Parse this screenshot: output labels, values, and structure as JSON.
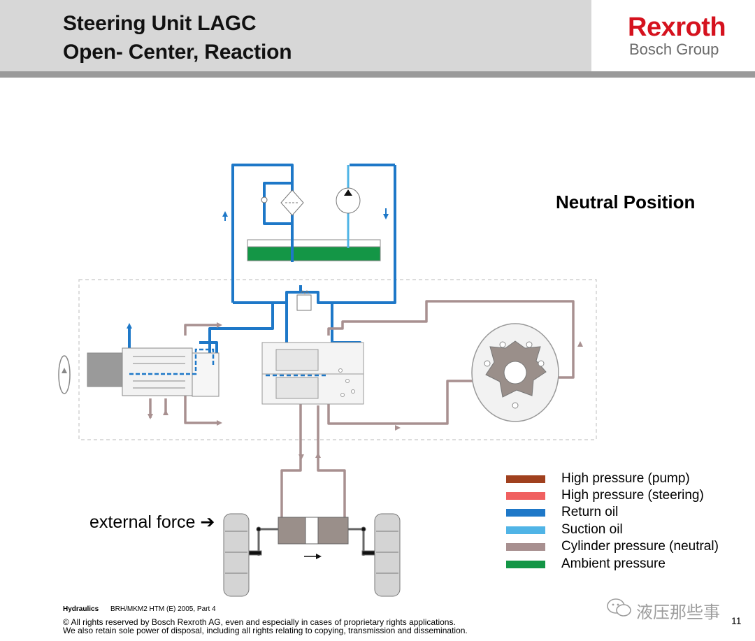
{
  "header": {
    "title_line1": "Steering Unit LAGC",
    "title_line2": "Open- Center, Reaction",
    "logo_brand": "Rexroth",
    "logo_group": "Bosch Group"
  },
  "diagram": {
    "state_label": "Neutral Position",
    "external_force_label": "external force ➔"
  },
  "legend": [
    {
      "label": "High pressure (pump)",
      "color": "#a0401e"
    },
    {
      "label": "High pressure (steering)",
      "color": "#f06060"
    },
    {
      "label": "Return oil",
      "color": "#1e78c8"
    },
    {
      "label": "Suction oil",
      "color": "#50b4e6"
    },
    {
      "label": "Cylinder pressure (neutral)",
      "color": "#a89090"
    },
    {
      "label": "Ambient pressure",
      "color": "#149646"
    }
  ],
  "footer": {
    "section": "Hydraulics",
    "reference": "BRH/MKM2  HTM (E) 2005, Part 4",
    "copyright_line1": "© All rights reserved by Bosch Rexroth AG, even and especially in cases of proprietary rights applications.",
    "copyright_line2": "We also retain sole power of disposal, including all rights relating to copying, transmission and dissemination.",
    "page_number": "11",
    "watermark": "液压那些事"
  }
}
